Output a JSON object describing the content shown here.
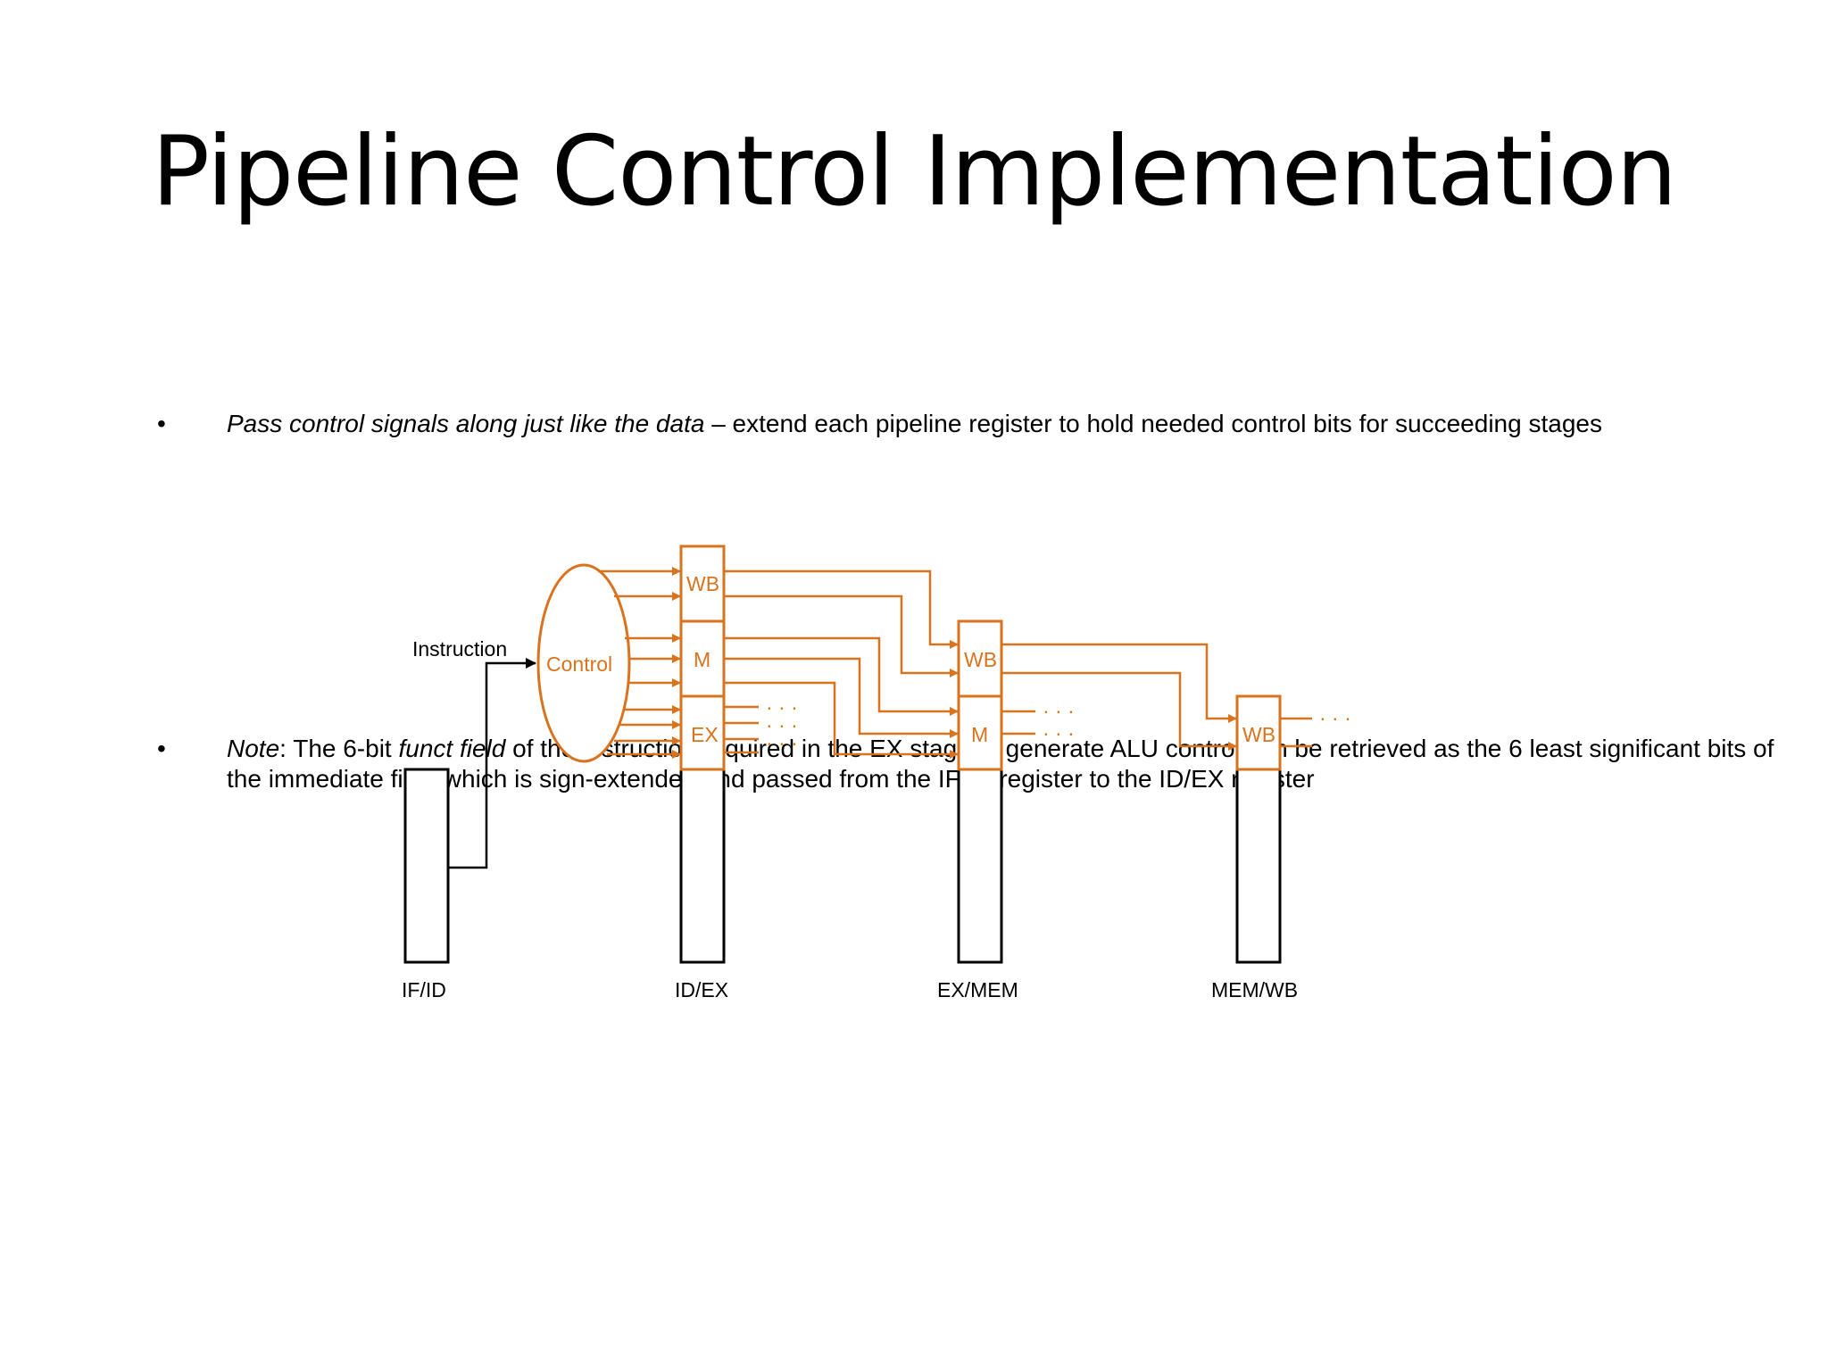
{
  "title": "Pipeline Control Implementation",
  "bullets": [
    {
      "marker": "•",
      "emphasis": "Pass control signals along just like the data",
      "rest": " – extend each pipeline register to hold needed control bits for succeeding stages"
    },
    {
      "marker": "•",
      "note_label": "Note",
      "part1": ": The 6-bit ",
      "funct": "funct field",
      "part2": " of the instruction required in the EX stage to generate ALU control can be retrieved as the 6 least significant bits of the immediate field which is sign-extended and passed from the IF/ID register to the ID/EX register"
    }
  ],
  "diagram": {
    "instruction_label": "Instruction",
    "control_label": "Control",
    "stage_fields": {
      "idex_wb": "WB",
      "idex_m": "M",
      "idex_ex": "EX",
      "exmem_wb": "WB",
      "exmem_m": "M",
      "memwb_wb": "WB"
    },
    "ellipsis": "· · ·",
    "registers": [
      "IF/ID",
      "ID/EX",
      "EX/MEM",
      "MEM/WB"
    ],
    "colors": {
      "control": "#d9731d",
      "datapath": "#000000"
    }
  }
}
